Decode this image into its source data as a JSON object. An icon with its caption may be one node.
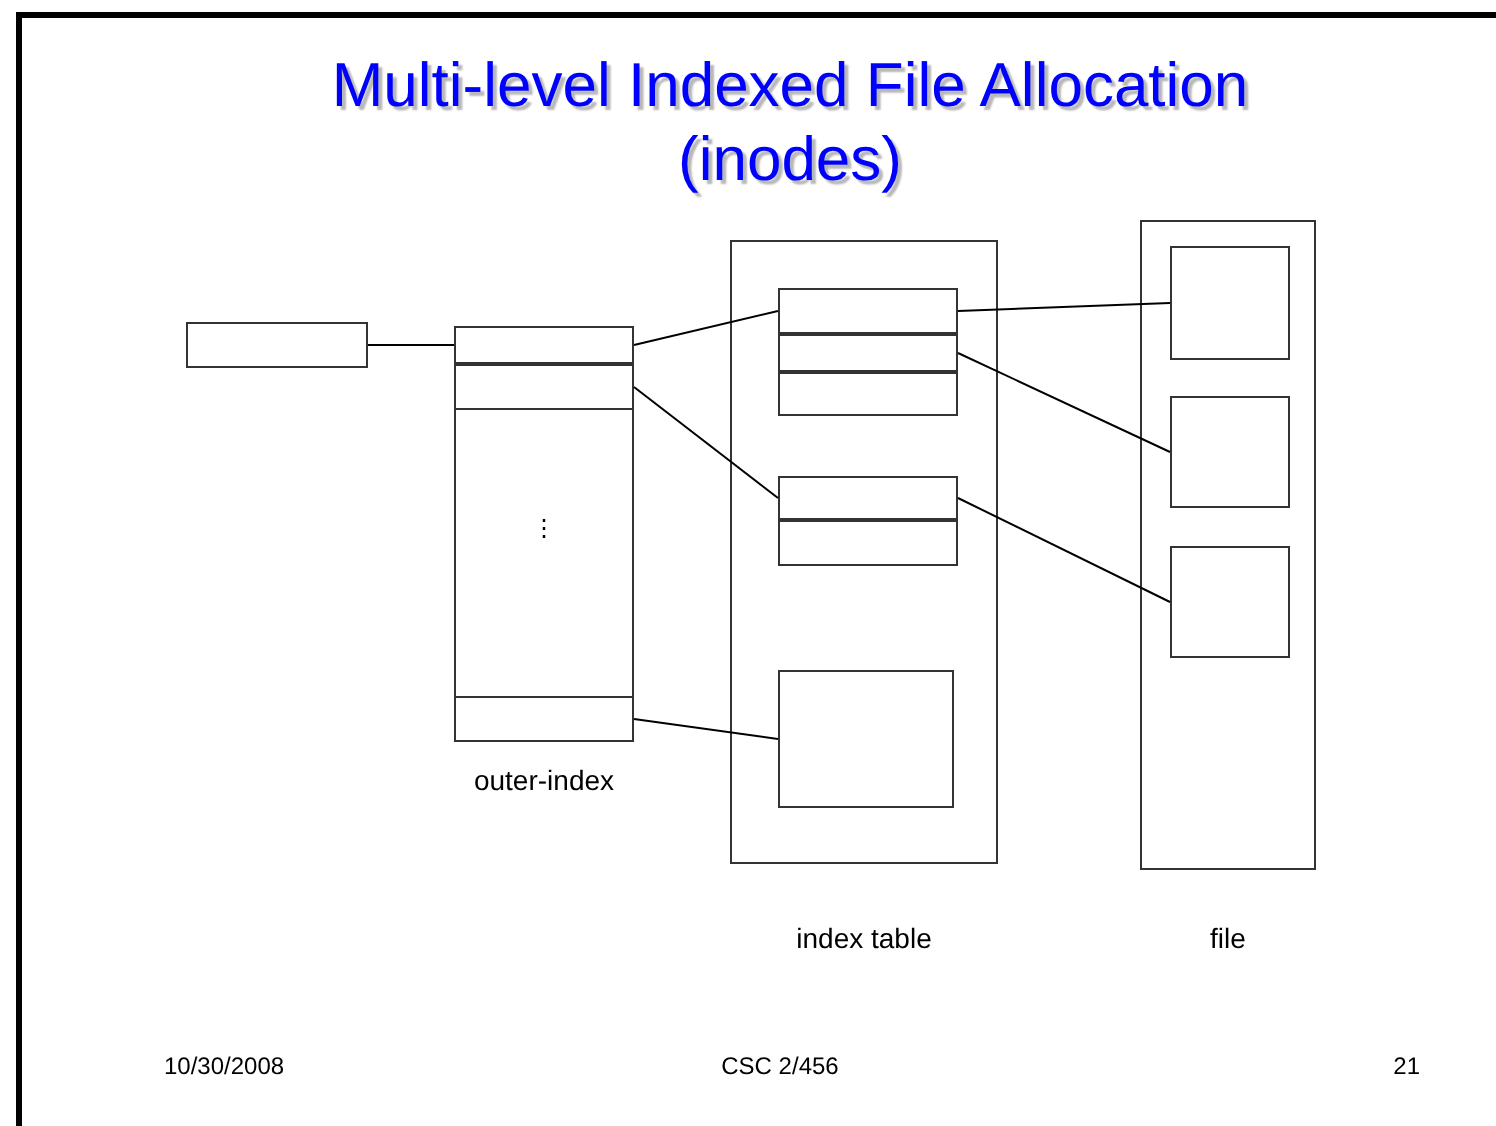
{
  "diagram": {
    "title": "Multi-level Indexed File Allocation (inodes)",
    "nodes": [
      {
        "text": [],
        "shape": "box"
      },
      {
        "text": [],
        "shape": "box",
        "beside": [
          "outer-index"
        ]
      },
      {
        "text": [],
        "shape": "box",
        "in": 1
      },
      {
        "text": [],
        "shape": "box",
        "in": 1
      },
      {
        "text": [],
        "shape": "box",
        "in": 1
      },
      {
        "text": [],
        "shape": "box",
        "beside": [
          "index table"
        ]
      },
      {
        "text": [],
        "shape": "box",
        "in": 5
      },
      {
        "text": [],
        "shape": "box",
        "in": 6
      },
      {
        "text": [],
        "shape": "box",
        "in": 6
      },
      {
        "text": [],
        "shape": "box",
        "in": 6
      },
      {
        "text": [],
        "shape": "box",
        "in": 5
      },
      {
        "text": [],
        "shape": "box",
        "in": 10
      },
      {
        "text": [],
        "shape": "box",
        "in": 10
      },
      {
        "text": [],
        "shape": "box",
        "in": 5
      },
      {
        "text": [],
        "shape": "box",
        "beside": [
          "file"
        ]
      },
      {
        "text": [],
        "shape": "box",
        "in": 14
      },
      {
        "text": [],
        "shape": "box",
        "in": 14
      },
      {
        "text": [],
        "shape": "box",
        "in": 14
      }
    ],
    "edges": [
      {
        "from": 0,
        "to": 2,
        "arrow": "none"
      },
      {
        "from": 2,
        "to": 7,
        "arrow": "none"
      },
      {
        "from": 3,
        "to": 11,
        "arrow": "none"
      },
      {
        "from": 4,
        "to": 13,
        "arrow": "none"
      },
      {
        "from": 7,
        "to": 15,
        "arrow": "none"
      },
      {
        "from": 8,
        "to": 16,
        "arrow": "none"
      },
      {
        "from": 11,
        "to": 17,
        "arrow": "none"
      }
    ],
    "labels": [
      "⋮",
      "10/30/2008",
      "CSC 2/456",
      "21"
    ]
  }
}
